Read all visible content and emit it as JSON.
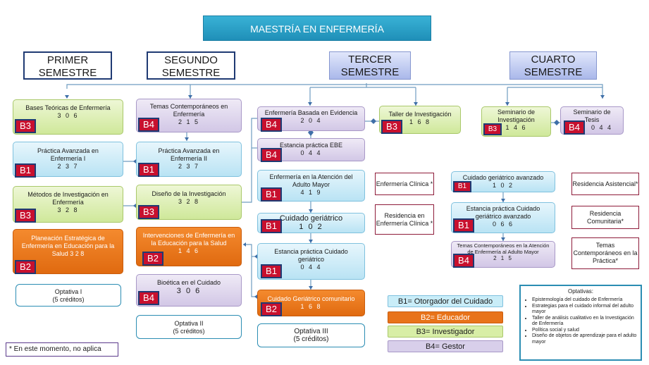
{
  "title": "MAESTRÍA EN ENFERMERÍA",
  "semesters": [
    "PRIMER\nSEMESTRE",
    "SEGUNDO\nSEMESTRE",
    "TERCER\nSEMESTRE",
    "CUARTO\nSEMESTRE"
  ],
  "courses": {
    "bases": {
      "title": "Bases Teóricas de Enfermería",
      "credits": "3 0 6",
      "badge": "B3"
    },
    "practica1": {
      "title": "Práctica Avanzada en Enfermería I",
      "credits": "2 3 7",
      "badge": "B1"
    },
    "metodos": {
      "title": "Métodos de Investigación en Enfermería",
      "credits": "3 2 8",
      "badge": "B3"
    },
    "planeacion": {
      "title": "Planeación Estratégica de Enfermería en Educación para la Salud 3 2 8",
      "badge": "B2"
    },
    "optativa1": {
      "title": "Optativa I",
      "credits": "(5 créditos)"
    },
    "temas": {
      "title": "Temas Contemporáneos en Enfermería",
      "credits": "2 1 5",
      "badge": "B4"
    },
    "practica2": {
      "title": "Práctica Avanzada en Enfermería II",
      "credits": "2 3 7",
      "badge": "B1"
    },
    "diseno": {
      "title": "Diseño de la Investigación",
      "credits": "3 2 8",
      "badge": "B3"
    },
    "intervenciones": {
      "title": "Intervenciones de Enfermería en la Educación para la Salud",
      "credits": "1 4 6",
      "badge": "B2"
    },
    "bioetica": {
      "title": "Bioética en el Cuidado",
      "credits": "3 0 6",
      "badge": "B4"
    },
    "optativa2": {
      "title": "Optativa II",
      "credits": "(5 créditos)"
    },
    "ebe": {
      "title": "Enfermería Basada en Evidencia",
      "credits": "2 0 4",
      "badge": "B4"
    },
    "estanciaEbe": {
      "title": "Estancia práctica EBE",
      "credits": "0 4 4",
      "badge": "B4"
    },
    "taller": {
      "title": "Taller de Investigación",
      "credits": "1 6 8",
      "badge": "B3"
    },
    "atencion": {
      "title": "Enfermería en la Atención del Adulto Mayor",
      "credits": "4 1 9",
      "badge": "B1"
    },
    "cuidadoGer": {
      "title": "Cuidado geriátrico",
      "credits": "1 0 2",
      "badge": "B1"
    },
    "estanciaCuidado": {
      "title": "Estancia práctica Cuidado geriátrico",
      "credits": "0 4 4",
      "badge": "B1"
    },
    "comunitario": {
      "title": "Cuidado Geriátrico comunitario",
      "credits": "1 6 8",
      "badge": "B2"
    },
    "optativa3": {
      "title": "Optativa III",
      "credits": "(5 créditos)"
    },
    "seminarioInv": {
      "title": "Seminario de Investigación",
      "credits": "1 4 6",
      "badge": "B3"
    },
    "seminarioTesis": {
      "title": "Seminario de Tesis",
      "credits": "0 4 4",
      "badge": "B4"
    },
    "cuidadoAvz": {
      "title": "Cuidado geriátrico avanzado",
      "credits": "1 0 2",
      "badge": "B1"
    },
    "estanciaAvz": {
      "title": "Estancia práctica Cuidado geriátrico avanzado",
      "credits": "0 6 6",
      "badge": "B1"
    },
    "temasAdulto": {
      "title": "Temas Contemporáneos en la Atención de Enfermería al Adulto Mayor",
      "credits": "2 1 5",
      "badge": "B4"
    }
  },
  "notes": {
    "clinica": "Enfermería Clínica *",
    "residenciaClinica": "Residencia en Enfermería Clínica *",
    "asistencial": "Residencia Asistencial*",
    "comunitaria": "Residencia Comunitaria*",
    "practica": "Temas Contemporáneos en la Práctica*"
  },
  "legend": {
    "b1": "B1= Otorgador del Cuidado",
    "b2": "B2= Educador",
    "b3": "B3= Investigador",
    "b4": "B4= Gestor"
  },
  "footnote": "* En este momento, no aplica",
  "optativas": {
    "title": "Optativas:",
    "items": [
      "Epistemología del cuidado de Enfermería",
      "Estrategias para el cuidado informal del adulto mayor",
      "Taller de análisis cualitativo en la Investigación de Enfermería",
      "Política social y salud",
      "Diseño de objetos de aprendizaje para el adulto mayor"
    ]
  },
  "colors": {
    "b1": "#b9e3f4",
    "b2": "#e06a10",
    "b3": "#cfe89a",
    "b4": "#d2c7e6",
    "badge": "#c8102e"
  }
}
